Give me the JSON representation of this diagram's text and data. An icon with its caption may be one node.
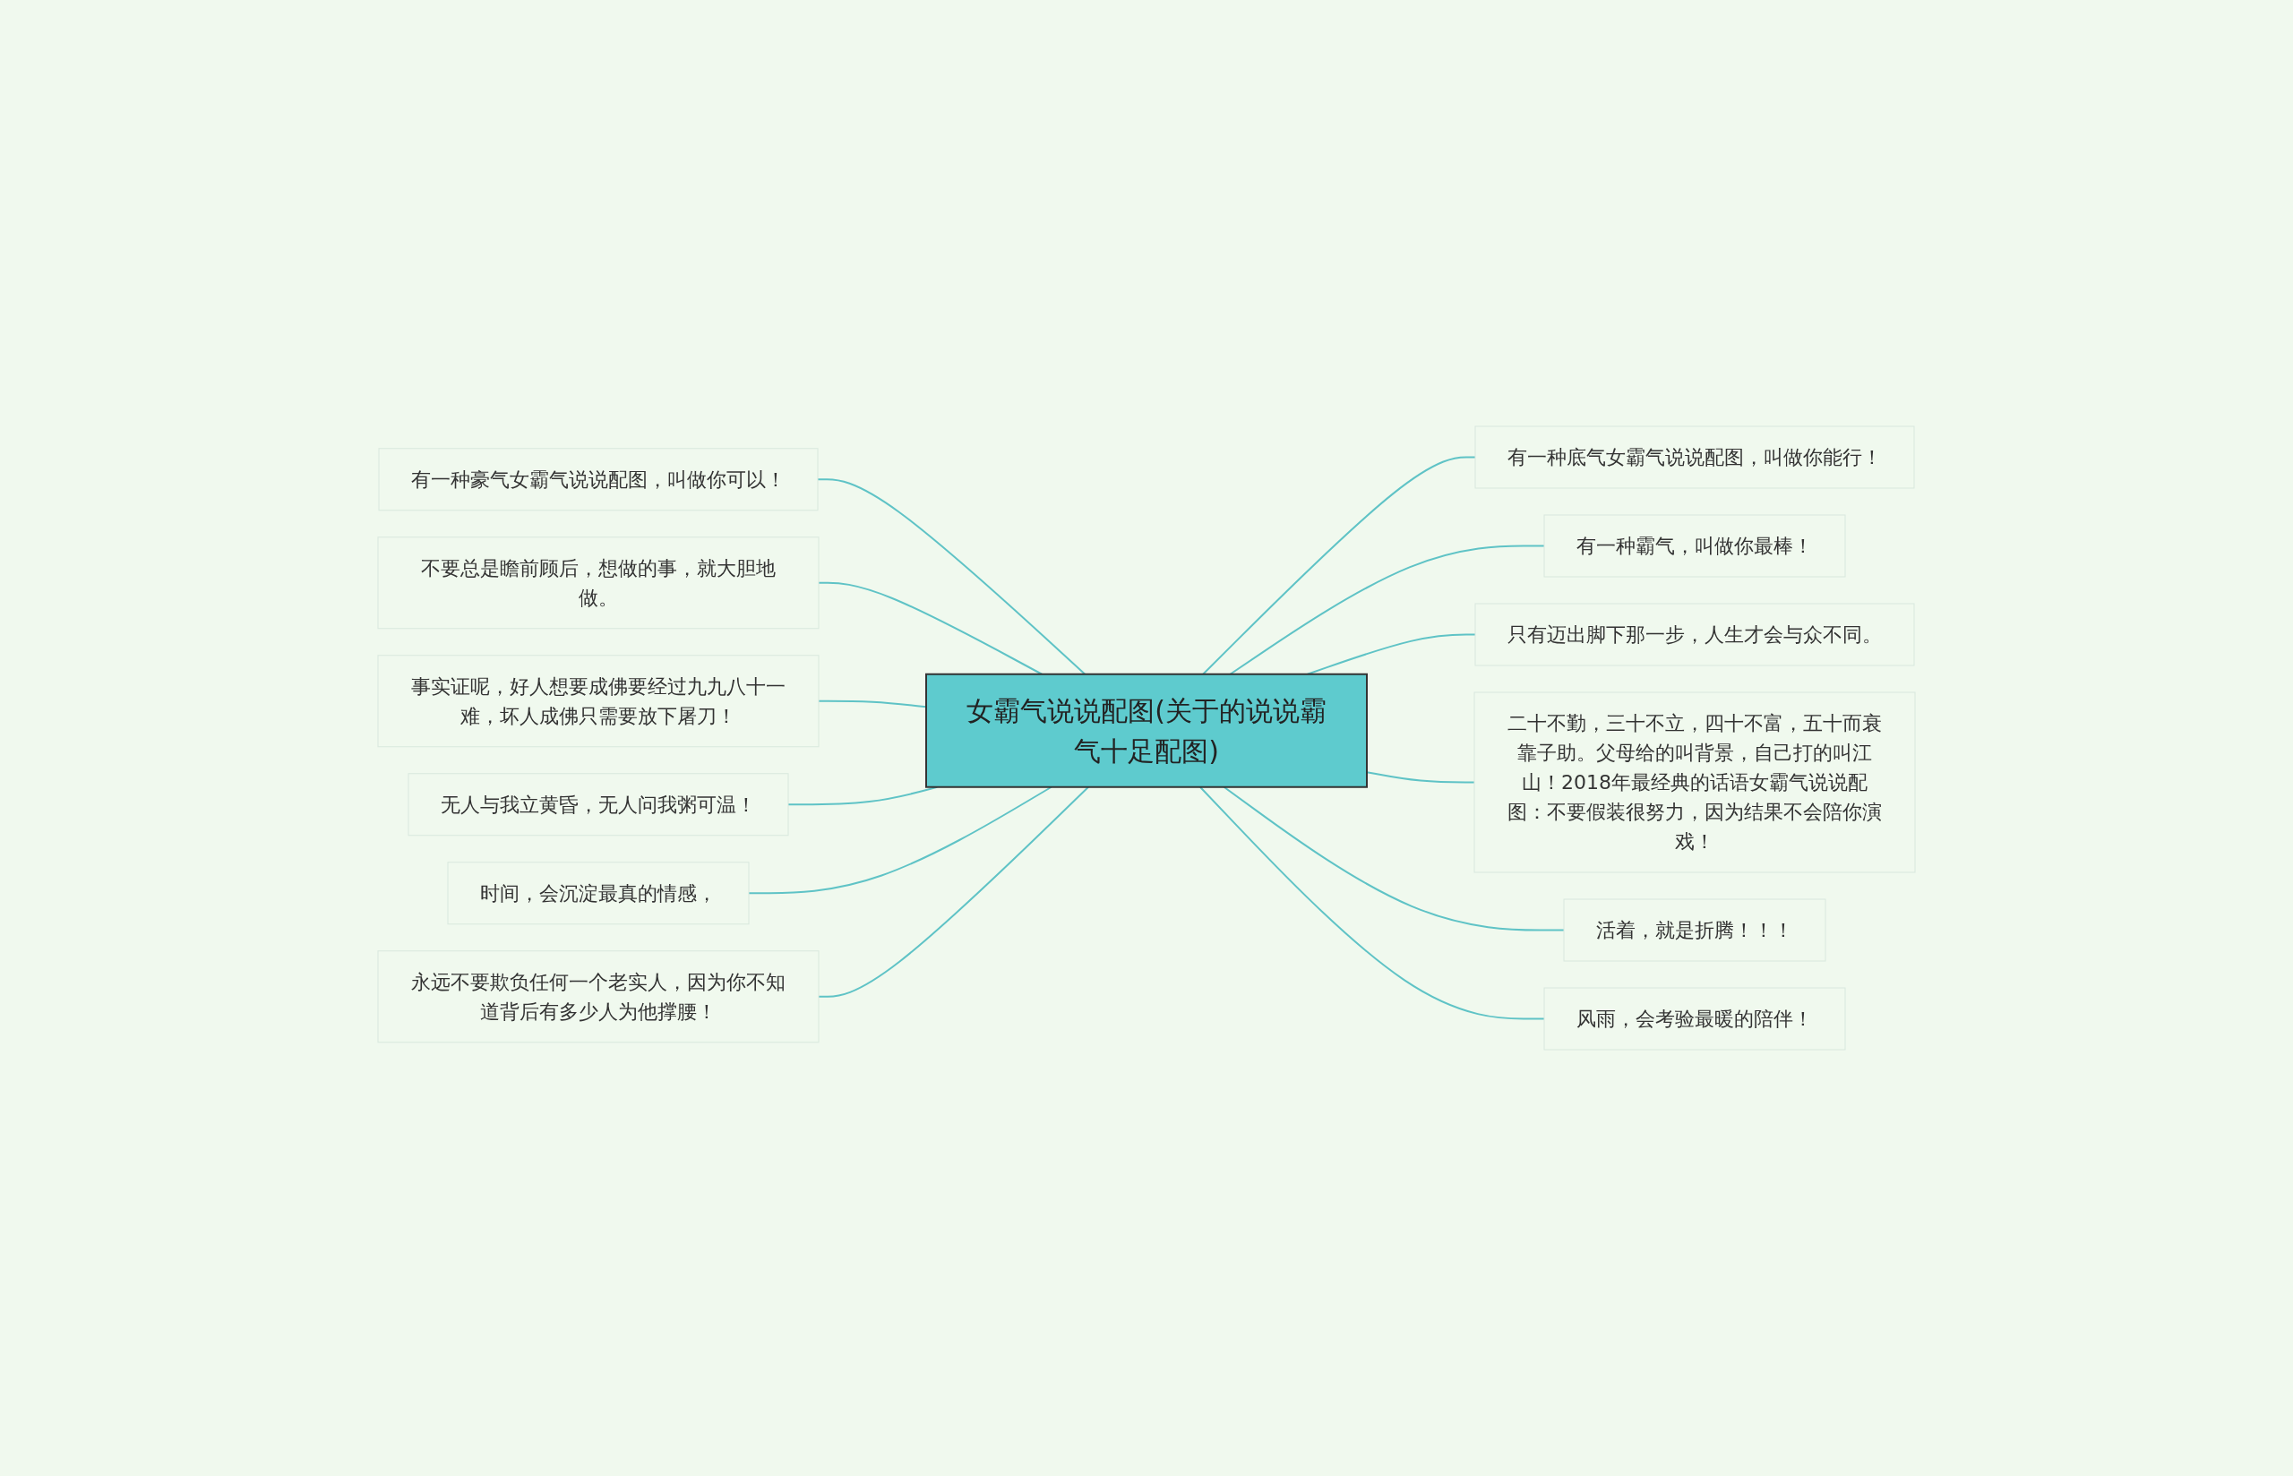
{
  "diagram": {
    "nodes": [
      {
        "text": [
          "女霸气说说配图(关于的说说霸气十足配图)"
        ]
      },
      {
        "text": [
          "有一种豪气女霸气说说配图，叫做你可以！"
        ]
      },
      {
        "text": [
          "不要总是瞻前顾后，想做的事，就大胆地做。"
        ]
      },
      {
        "text": [
          "事实证呢，好人想要成佛要经过九九八十一难，坏人成佛只需要放下屠刀！"
        ]
      },
      {
        "text": [
          "无人与我立黄昏，无人问我粥可温！"
        ]
      },
      {
        "text": [
          "时间，会沉淀最真的情感，"
        ]
      },
      {
        "text": [
          "永远不要欺负任何一个老实人，因为你不知道背后有多少人为他撑腰！"
        ]
      },
      {
        "text": [
          "有一种底气女霸气说说配图，叫做你能行！"
        ]
      },
      {
        "text": [
          "有一种霸气，叫做你最棒！"
        ]
      },
      {
        "text": [
          "只有迈出脚下那一步，人生才会与众不同。"
        ]
      },
      {
        "text": [
          "二十不勤，三十不立，四十不富，五十而衰靠子助。父母给的叫背景，自己打的叫江山！2018年最经典的话语女霸气说说配图：不要假装很努力，因为结果不会陪你演戏！"
        ]
      },
      {
        "text": [
          "活着，就是折腾！！！"
        ]
      },
      {
        "text": [
          "风雨，会考验最暖的陪伴！"
        ]
      }
    ],
    "edges": [
      {
        "from": 1,
        "to": 0,
        "arrow": "none"
      },
      {
        "from": 2,
        "to": 0,
        "arrow": "none"
      },
      {
        "from": 3,
        "to": 0,
        "arrow": "none"
      },
      {
        "from": 4,
        "to": 0,
        "arrow": "none"
      },
      {
        "from": 5,
        "to": 0,
        "arrow": "none"
      },
      {
        "from": 6,
        "to": 0,
        "arrow": "none"
      },
      {
        "from": 0,
        "to": 7,
        "arrow": "none"
      },
      {
        "from": 0,
        "to": 8,
        "arrow": "none"
      },
      {
        "from": 0,
        "to": 9,
        "arrow": "none"
      },
      {
        "from": 0,
        "to": 10,
        "arrow": "none"
      },
      {
        "from": 0,
        "to": 11,
        "arrow": "none"
      },
      {
        "from": 0,
        "to": 12,
        "arrow": "none"
      }
    ]
  }
}
